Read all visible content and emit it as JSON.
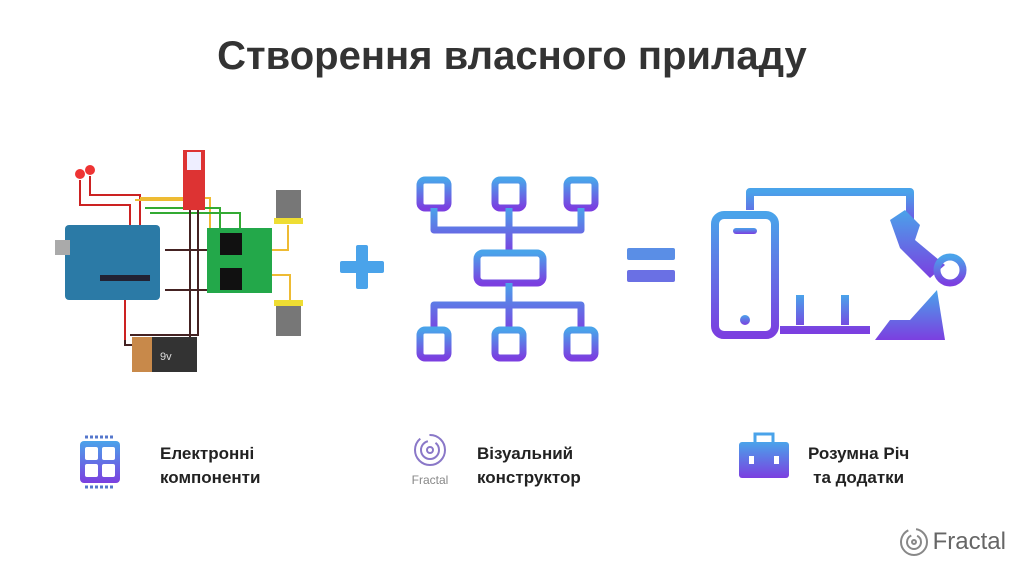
{
  "title": "Створення власного приладу",
  "features": [
    {
      "line1": "Електронні",
      "line2": "компоненти"
    },
    {
      "line1": "Візуальний",
      "line2": "конструктор",
      "logo_text": "Fractal"
    },
    {
      "line1": "Розумна Річ",
      "line2": "та додатки"
    }
  ],
  "battery_label": "9v",
  "brand": "Fractal",
  "colors": {
    "grad_start": "#4aa3ea",
    "grad_end": "#7b3fe0"
  }
}
